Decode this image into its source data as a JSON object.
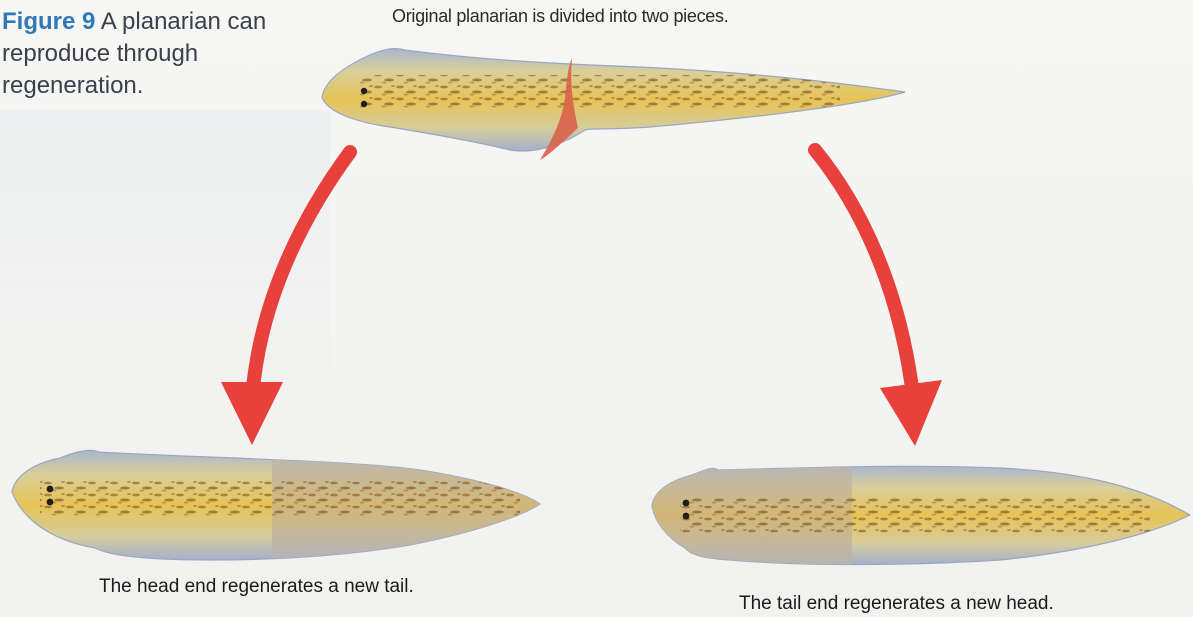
{
  "figure": {
    "number": "Figure 9",
    "caption": "A planarian can reproduce through regeneration."
  },
  "labels": {
    "top": "Original planarian is divided into two pieces.",
    "bottom_left": "The head end regenerates a new tail.",
    "bottom_right": "The tail end regenerates a new head."
  },
  "colors": {
    "figure_number": "#2f79b8",
    "arrow": "#e8403a",
    "planarian_body": "#e3c45f",
    "planarian_edge": "#a9b4cc",
    "cut": "#d9624a"
  }
}
